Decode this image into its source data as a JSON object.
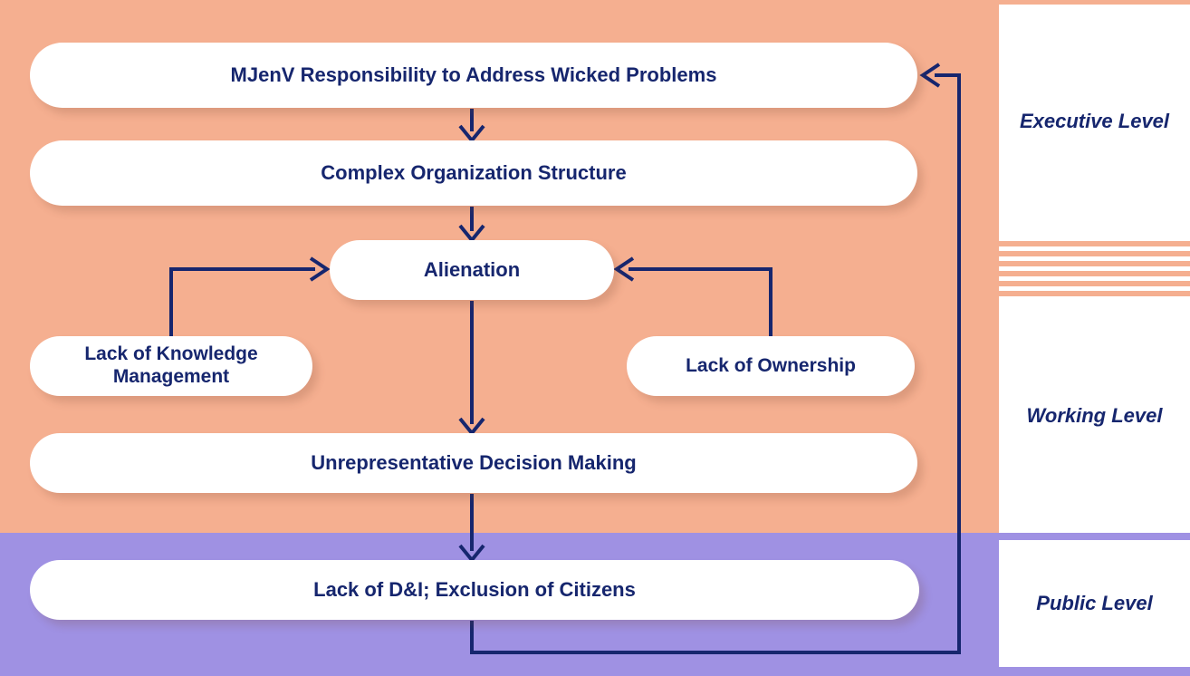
{
  "diagram": {
    "title_node": "MJenV Responsibility to Address Wicked Problems",
    "colors": {
      "band_upper": "#F5AF90",
      "band_lower": "#9F91E3",
      "node_fill": "#FFFFFF",
      "text": "#16266E",
      "connector": "#16266E",
      "stripe": "#F5AF90"
    },
    "nodes": [
      {
        "id": "responsibility",
        "label": "MJenV Responsibility to Address Wicked Problems",
        "level": "Executive Level"
      },
      {
        "id": "structure",
        "label": "Complex Organization Structure",
        "level": "Executive Level"
      },
      {
        "id": "alienation",
        "label": "Alienation",
        "level": "Working Level"
      },
      {
        "id": "knowledge",
        "label": "Lack of Knowledge Management",
        "level": "Working Level"
      },
      {
        "id": "ownership",
        "label": "Lack of Ownership",
        "level": "Working Level"
      },
      {
        "id": "decision",
        "label": "Unrepresentative Decision Making",
        "level": "Working Level"
      },
      {
        "id": "exclusion",
        "label": "Lack of D&I; Exclusion of Citizens",
        "level": "Public Level"
      }
    ],
    "edges": [
      {
        "from": "responsibility",
        "to": "structure",
        "kind": "straight-down"
      },
      {
        "from": "structure",
        "to": "alienation",
        "kind": "straight-down"
      },
      {
        "from": "knowledge",
        "to": "alienation",
        "kind": "elbow-right"
      },
      {
        "from": "ownership",
        "to": "alienation",
        "kind": "elbow-left"
      },
      {
        "from": "alienation",
        "to": "decision",
        "kind": "straight-down"
      },
      {
        "from": "decision",
        "to": "exclusion",
        "kind": "straight-down"
      },
      {
        "from": "exclusion",
        "to": "responsibility",
        "kind": "feedback-loop-right"
      }
    ],
    "levels": [
      {
        "id": "executive",
        "label": "Executive Level"
      },
      {
        "id": "working",
        "label": "Working Level"
      },
      {
        "id": "public",
        "label": "Public Level"
      }
    ],
    "divider": {
      "stripe_count": 6
    }
  }
}
